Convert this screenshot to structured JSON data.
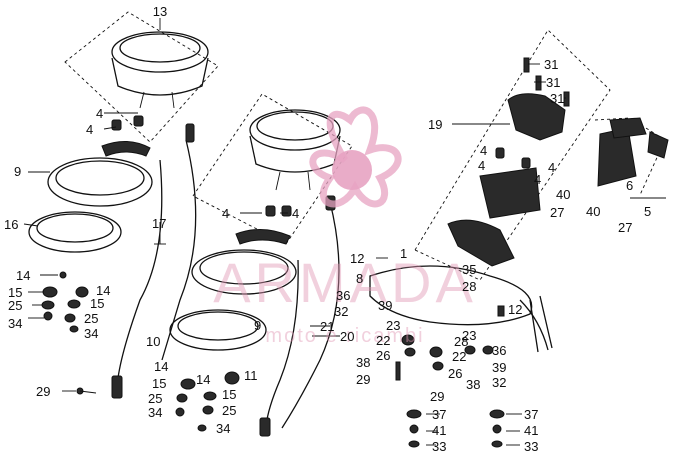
{
  "watermark": {
    "brand": "ARMADA",
    "tagline": "moto e ricambi",
    "color": "#e7a3c2"
  },
  "labels": {
    "l13": "13",
    "l9a": "9",
    "l16": "16",
    "l17": "17",
    "l10": "10",
    "l29a": "29",
    "l4a": "4",
    "l4b": "4",
    "l4c": "4",
    "l4d": "4",
    "l4e": "4",
    "l4f": "4",
    "l4g": "4",
    "l4h": "4",
    "l14a": "14",
    "l14b": "14",
    "l14c": "14",
    "l14d": "14",
    "l15a": "15",
    "l15b": "15",
    "l15c": "15",
    "l15d": "15",
    "l25a": "25",
    "l25b": "25",
    "l25c": "25",
    "l25d": "25",
    "l34a": "34",
    "l34b": "34",
    "l34c": "34",
    "l34d": "34",
    "l9b": "9",
    "l11": "11",
    "l21": "21",
    "l20": "20",
    "l19": "19",
    "l31a": "31",
    "l31b": "31",
    "l31c": "31",
    "l6": "6",
    "l5": "5",
    "l40a": "40",
    "l40b": "40",
    "l27a": "27",
    "l27b": "27",
    "l12a": "12",
    "l12b": "12",
    "l1": "1",
    "l8": "8",
    "l35": "35",
    "l28a": "28",
    "l28b": "28",
    "l36a": "36",
    "l36b": "36",
    "l39a": "39",
    "l39b": "39",
    "l32a": "32",
    "l32b": "32",
    "l23a": "23",
    "l23b": "23",
    "l22a": "22",
    "l22b": "22",
    "l26a": "26",
    "l26b": "26",
    "l38a": "38",
    "l38b": "38",
    "l29b": "29",
    "l29c": "29",
    "l37a": "37",
    "l37b": "37",
    "l41a": "41",
    "l41b": "41",
    "l33a": "33",
    "l33b": "33"
  }
}
